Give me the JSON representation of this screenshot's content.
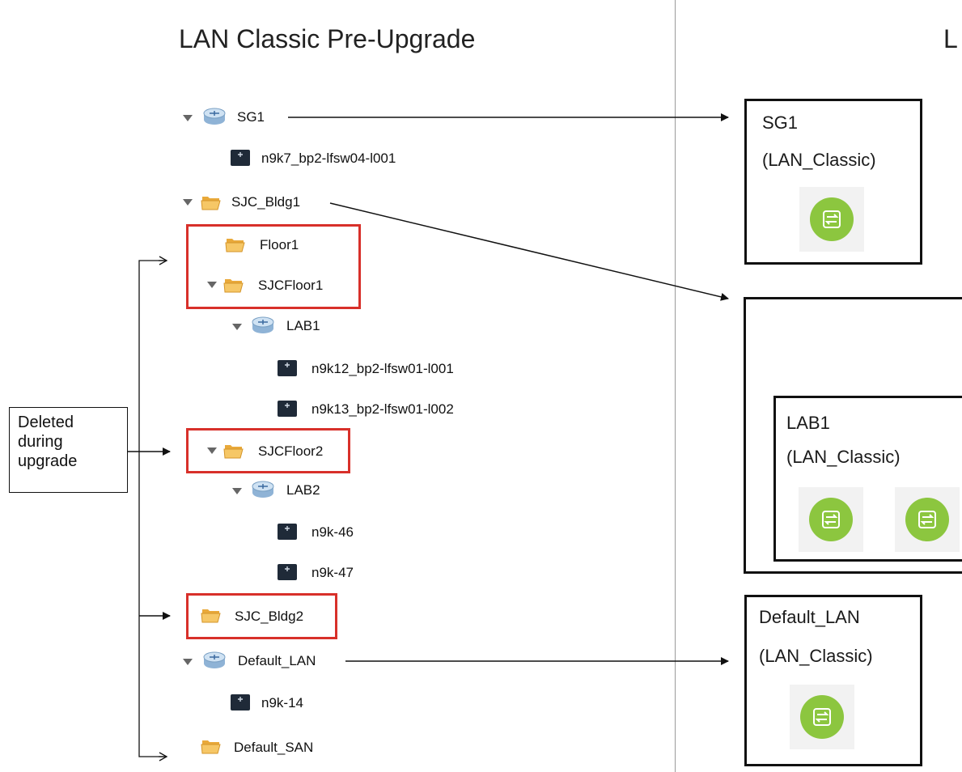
{
  "left_heading": "LAN Classic Pre-Upgrade",
  "right_heading_partial": "L",
  "tree": {
    "sg1": "SG1",
    "sw_n9k7": "n9k7_bp2-lfsw04-l001",
    "sjc_bldg1": "SJC_Bldg1",
    "floor1": "Floor1",
    "sjcfloor1": "SJCFloor1",
    "lab1": "LAB1",
    "sw_n9k12": "n9k12_bp2-lfsw01-l001",
    "sw_n9k13": "n9k13_bp2-lfsw01-l002",
    "sjcfloor2": "SJCFloor2",
    "lab2": "LAB2",
    "sw_n9k46": "n9k-46",
    "sw_n9k47": "n9k-47",
    "sjc_bldg2": "SJC_Bldg2",
    "default_lan": "Default_LAN",
    "sw_n9k14": "n9k-14",
    "default_san": "Default_SAN"
  },
  "deleted_note": {
    "line1": "Deleted",
    "line2": "during",
    "line3": "upgrade"
  },
  "boxes": {
    "sg1_title": "SG1",
    "sg1_sub": "(LAN_Classic)",
    "lab1_title": "LAB1",
    "lab1_sub": "(LAN_Classic)",
    "default_lan_title": "Default_LAN",
    "default_lan_sub": "(LAN_Classic)"
  },
  "icons": {
    "expander": "expand-triangle-icon",
    "group": "switch-group-icon",
    "folder": "open-folder-icon",
    "device": "network-device-icon",
    "fabric": "green-switch-icon"
  },
  "colors": {
    "highlight_border": "#d8302a",
    "fabric_green": "#8cc63f",
    "folder_yellow": "#f3b94b"
  }
}
